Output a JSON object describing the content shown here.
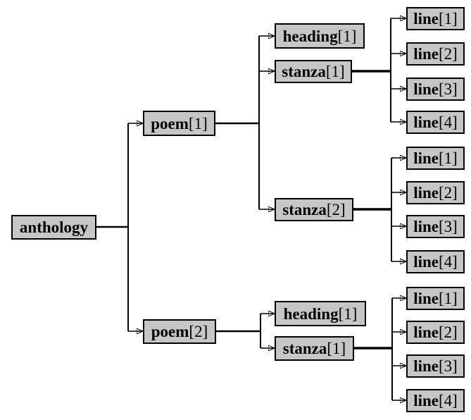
{
  "diagram": {
    "type": "tree",
    "description": "XML document structure tree: anthology with poems, headings, stanzas and lines"
  },
  "colors": {
    "background": "#ffffff",
    "node_fill": "#c6c6c6",
    "node_border": "#000000",
    "edge": "#000000",
    "text": "#000000"
  },
  "nodes": [
    {
      "name": "anthology",
      "suffix": ""
    },
    {
      "name": "poem",
      "suffix": "[1]"
    },
    {
      "name": "heading",
      "suffix": "[1]"
    },
    {
      "name": "stanza",
      "suffix": "[1]"
    },
    {
      "name": "line",
      "suffix": "[1]"
    },
    {
      "name": "line",
      "suffix": "[2]"
    },
    {
      "name": "line",
      "suffix": "[3]"
    },
    {
      "name": "line",
      "suffix": "[4]"
    },
    {
      "name": "stanza",
      "suffix": "[2]"
    },
    {
      "name": "line",
      "suffix": "[1]"
    },
    {
      "name": "line",
      "suffix": "[2]"
    },
    {
      "name": "line",
      "suffix": "[3]"
    },
    {
      "name": "line",
      "suffix": "[4]"
    },
    {
      "name": "poem",
      "suffix": "[2]"
    },
    {
      "name": "heading",
      "suffix": "[1]"
    },
    {
      "name": "stanza",
      "suffix": "[1]"
    },
    {
      "name": "line",
      "suffix": "[1]"
    },
    {
      "name": "line",
      "suffix": "[2]"
    },
    {
      "name": "line",
      "suffix": "[3]"
    },
    {
      "name": "line",
      "suffix": "[4]"
    }
  ],
  "tree": {
    "root": "anthology",
    "children": [
      {
        "label": "poem[1]",
        "children": [
          {
            "label": "heading[1]"
          },
          {
            "label": "stanza[1]",
            "children": [
              "line[1]",
              "line[2]",
              "line[3]",
              "line[4]"
            ]
          },
          {
            "label": "stanza[2]",
            "children": [
              "line[1]",
              "line[2]",
              "line[3]",
              "line[4]"
            ]
          }
        ]
      },
      {
        "label": "poem[2]",
        "children": [
          {
            "label": "heading[1]"
          },
          {
            "label": "stanza[1]",
            "children": [
              "line[1]",
              "line[2]",
              "line[3]",
              "line[4]"
            ]
          }
        ]
      }
    ]
  }
}
